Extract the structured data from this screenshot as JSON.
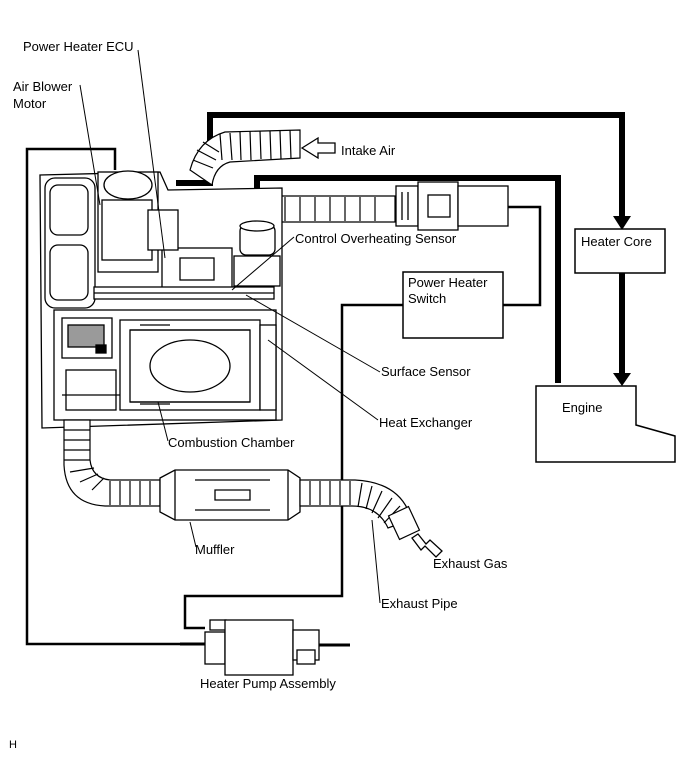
{
  "labels": {
    "power_heater_ecu": "Power Heater ECU",
    "air_blower_motor_1": "Air Blower",
    "air_blower_motor_2": "Motor",
    "intake_air": "Intake Air",
    "control_overheating_sensor": "Control Overheating Sensor",
    "heater_core": "Heater Core",
    "power_heater_switch_1": "Power Heater",
    "power_heater_switch_2": "Switch",
    "surface_sensor": "Surface Sensor",
    "engine": "Engine",
    "heat_exchanger": "Heat Exchanger",
    "combustion_chamber": "Combustion Chamber",
    "muffler": "Muffler",
    "exhaust_gas": "Exhaust Gas",
    "exhaust_pipe": "Exhaust Pipe",
    "heater_pump_assembly": "Heater Pump Assembly",
    "corner_mark": "H"
  }
}
